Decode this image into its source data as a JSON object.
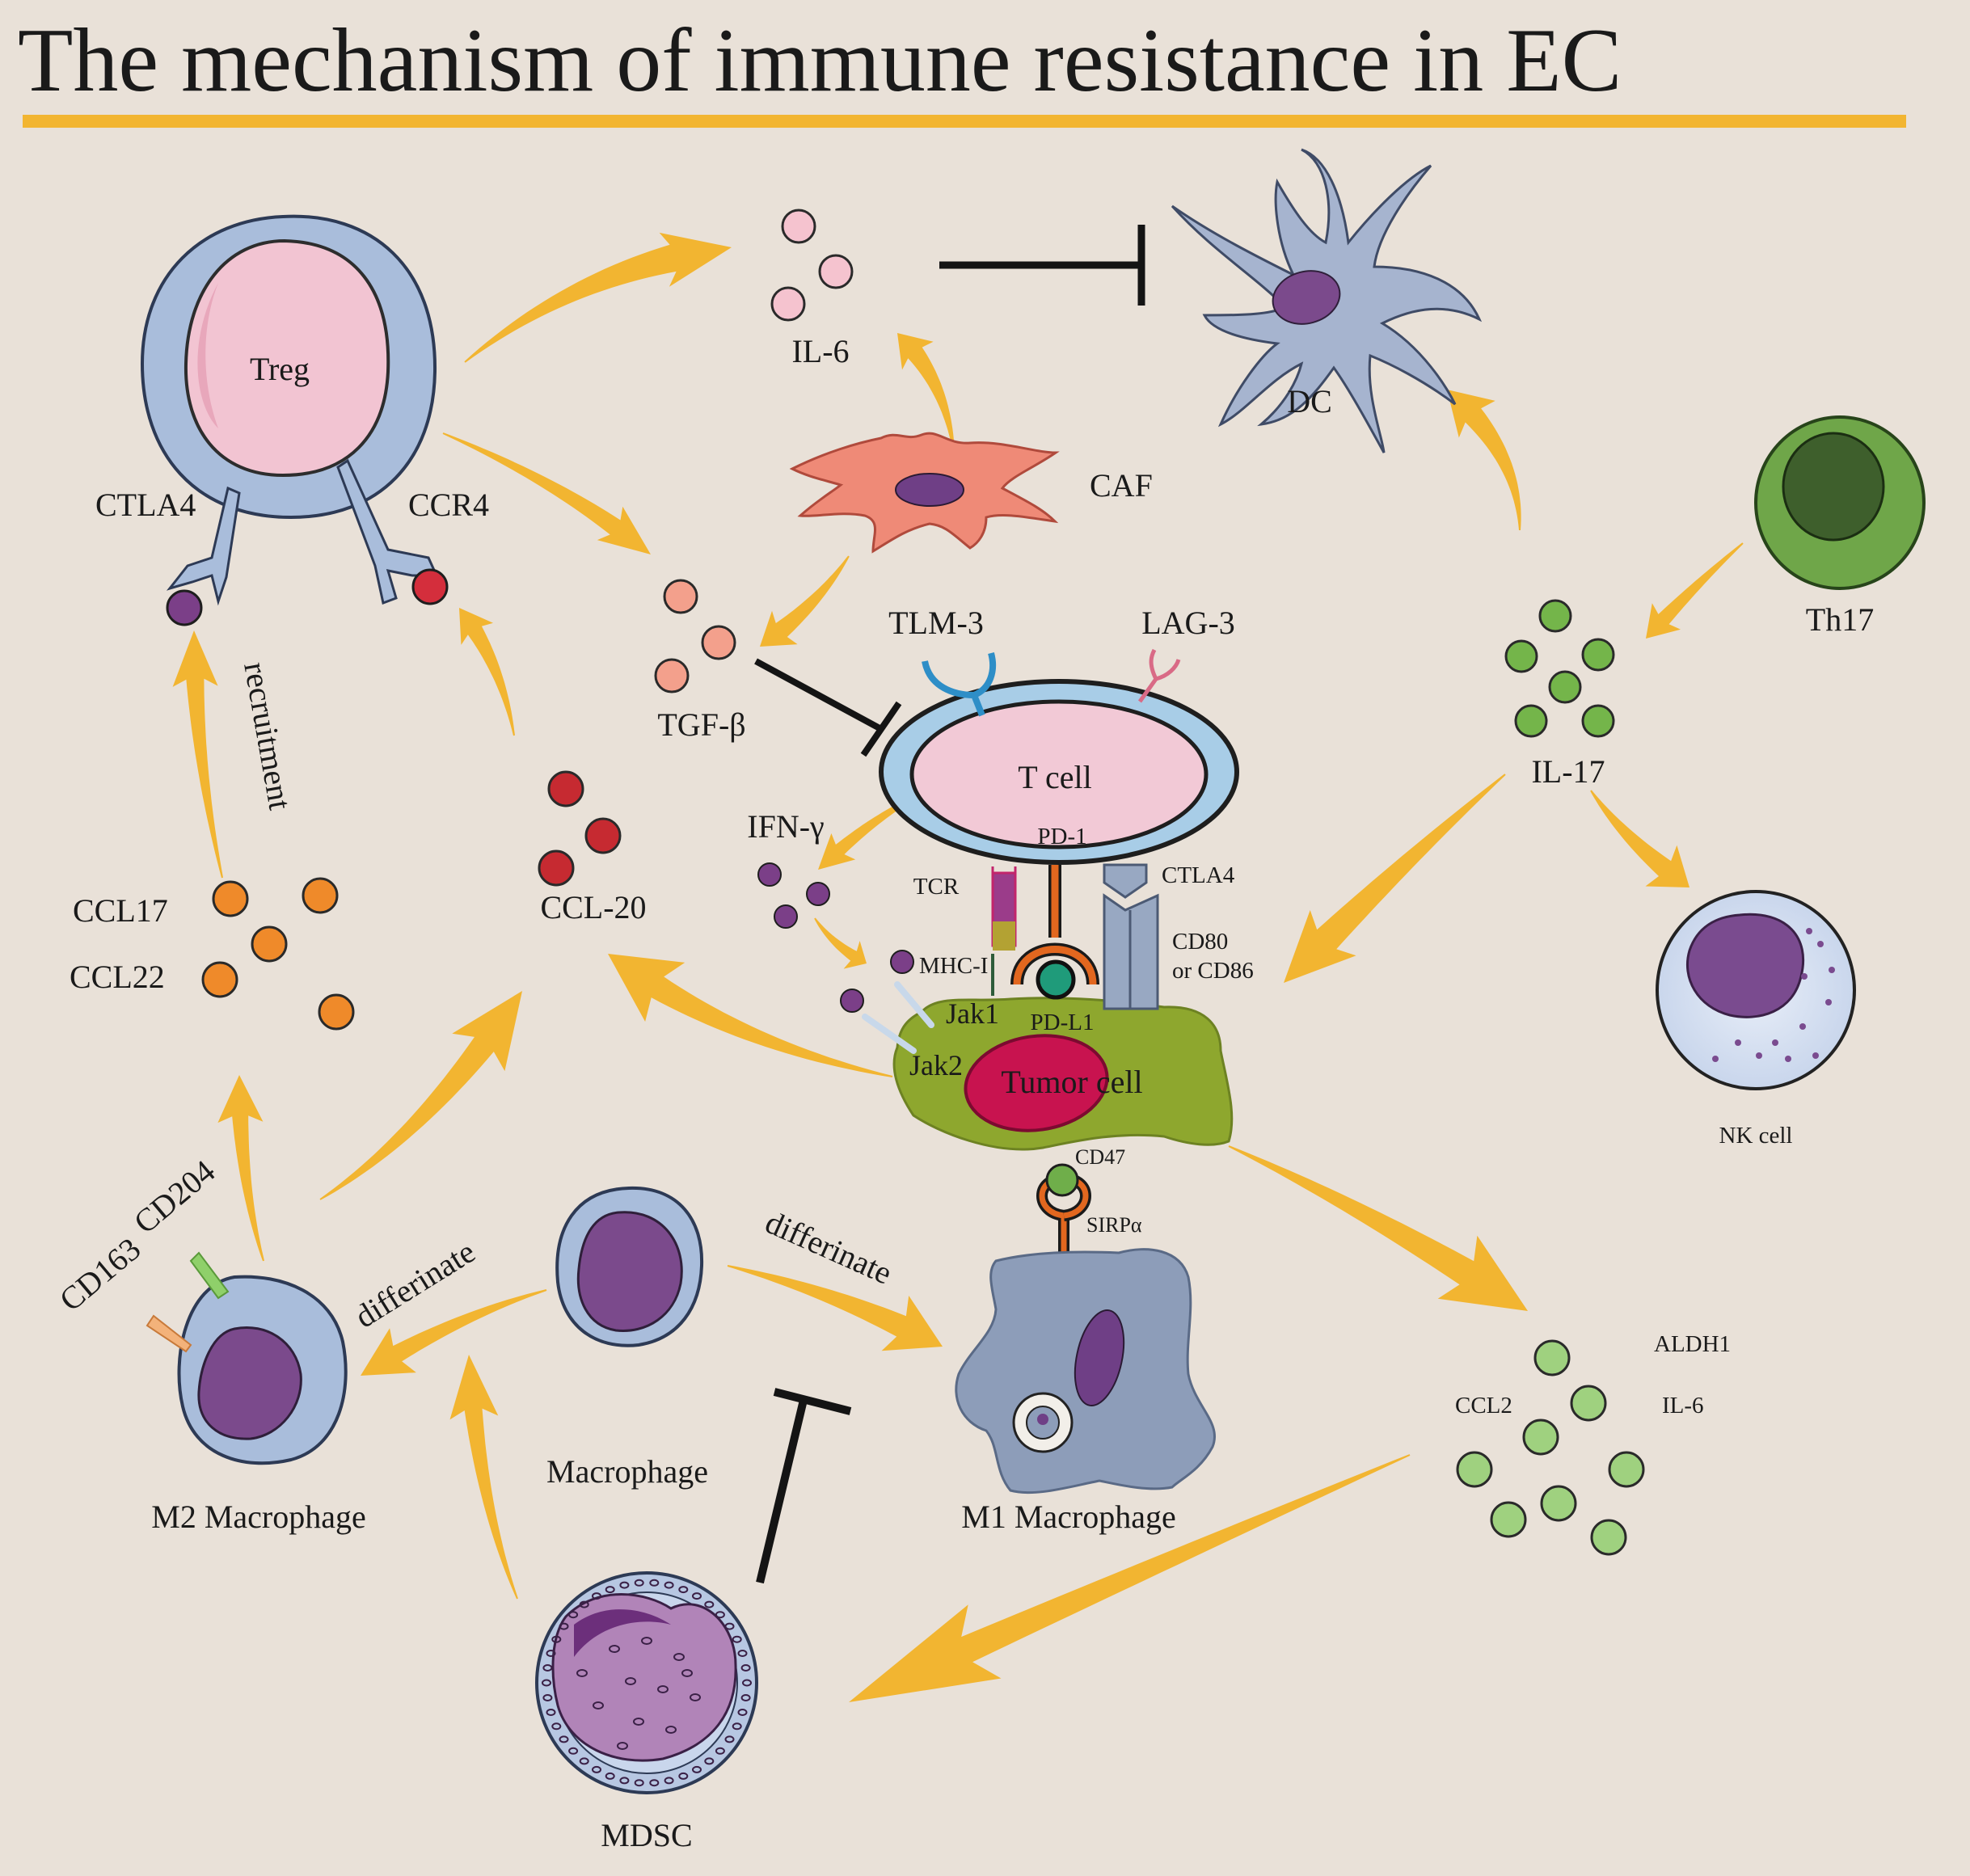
{
  "title": "The mechanism of immune resistance in EC",
  "colors": {
    "background": "#e9e1d8",
    "title_rule": "#f2b531",
    "arrow": "#f2b531",
    "inhibit": "#141414"
  },
  "cells": {
    "treg": "Treg",
    "dc": "DC",
    "caf": "CAF",
    "th17": "Th17",
    "t_cell": "T cell",
    "tumor_cell": "Tumor cell",
    "nk_cell": "NK cell",
    "m2_macrophage": "M2 Macrophage",
    "macrophage": "Macrophage",
    "m1_macrophage": "M1 Macrophage",
    "mdsc": "MDSC"
  },
  "molecules": {
    "il6": "IL-6",
    "tgf_beta": "TGF-β",
    "il17": "IL-17",
    "ccl20": "CCL-20",
    "ccl17": "CCL17",
    "ccl22": "CCL22",
    "ifn_gamma": "IFN-γ",
    "ccl2": "CCL2",
    "aldh1": "ALDH1",
    "il6_lower": "IL-6"
  },
  "receptors": {
    "ctla4_treg": "CTLA4",
    "ccr4": "CCR4",
    "tlm3": "TLM-3",
    "lag3": "LAG-3",
    "pd1": "PD-1",
    "tcr": "TCR",
    "ctla4_tcell": "CTLA4",
    "cd80_cd86_line1": "CD80",
    "cd80_cd86_line2": "or CD86",
    "mhc1": "MHC-I",
    "jak1": "Jak1",
    "jak2": "Jak2",
    "pdl1": "PD-L1",
    "cd47": "CD47",
    "sirpa": "SIRPα",
    "cd163": "CD163",
    "cd204": "CD204"
  },
  "processes": {
    "recruitment": "recruitment",
    "differentiate_left": "differinate",
    "differentiate_right": "differinate"
  },
  "icons": [
    "treg-cell-icon",
    "dendritic-cell-icon",
    "fibroblast-icon",
    "th17-cell-icon",
    "t-cell-icon",
    "tumor-cell-icon",
    "nk-cell-icon",
    "macrophage-icon",
    "mdsc-icon"
  ]
}
